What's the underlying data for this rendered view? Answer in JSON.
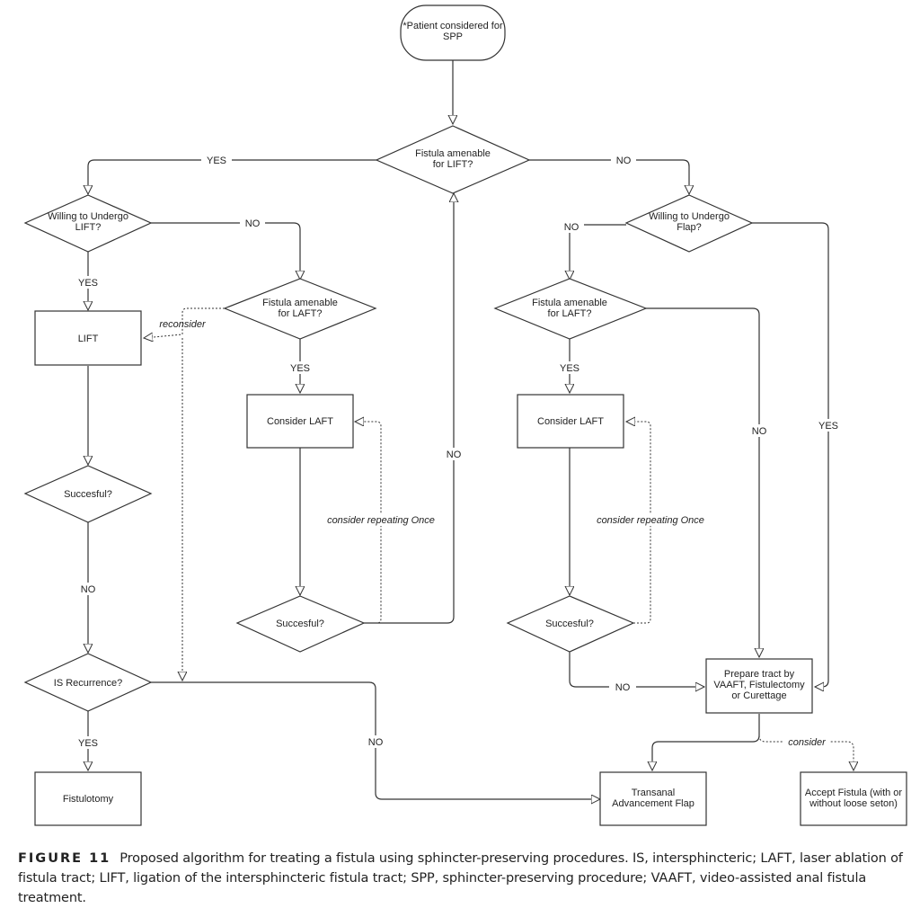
{
  "nodes": {
    "start": "*Patient considered for\nSPP",
    "lift_amenable": "Fistula amenable\nfor LIFT?",
    "willing_lift": "Willing to Undergo\nLIFT?",
    "willing_flap": "Willing to Undergo\nFlap?",
    "laft_amenable_left": "Fistula amenable\nfor LAFT?",
    "laft_amenable_right": "Fistula amenable\nfor LAFT?",
    "lift": "LIFT",
    "consider_laft_left": "Consider LAFT",
    "consider_laft_right": "Consider LAFT",
    "successful_lift": "Succesful?",
    "successful_laft_left": "Succesful?",
    "successful_laft_right": "Succesful?",
    "is_recurrence": "IS Recurrence?",
    "fistulotomy": "Fistulotomy",
    "prepare_tract": "Prepare tract by\nVAAFT, Fistulectomy\nor Curettage",
    "transanal_flap": "Transanal\nAdvancement Flap",
    "accept_fistula": "Accept Fistula (with or\nwithout loose seton)"
  },
  "edge_labels": {
    "lift_yes": "YES",
    "lift_no": "NO",
    "willing_lift_no": "NO",
    "willing_lift_yes": "YES",
    "reconsider": "reconsider",
    "laft_left_yes": "YES",
    "repeat_left": "consider repeating Once",
    "laft_left_fail_no": "NO",
    "willing_flap_no": "NO",
    "willing_flap_yes": "YES",
    "laft_right_yes": "YES",
    "laft_right_no": "NO",
    "repeat_right": "consider repeating Once",
    "laft_right_fail_no": "NO",
    "lift_success_no": "NO",
    "recurrence_yes": "YES",
    "recurrence_no": "NO",
    "consider": "consider"
  },
  "caption": {
    "figure_label": "FIGURE 11",
    "text": "Proposed algorithm for treating a fistula using sphincter-preserving procedures. IS, intersphincteric; LAFT, laser ablation of fistula tract; LIFT, ligation of the intersphincteric fistula tract; SPP, sphincter-preserving procedure; VAAFT, video-assisted anal fistula treatment."
  }
}
